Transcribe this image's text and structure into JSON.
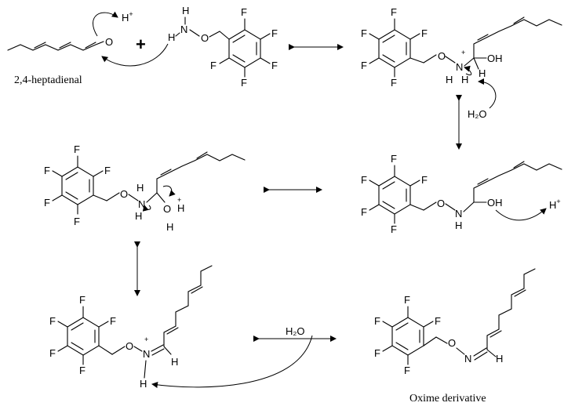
{
  "labels": {
    "heptadienal": "2,4-heptadienal",
    "oxime": "Oxime derivative",
    "plus_sign": "+"
  },
  "atoms": {
    "F": "F",
    "O": "O",
    "N": "N",
    "H": "H",
    "OH": "OH",
    "H2O": "H₂O",
    "H_plus": "H",
    "plus": "+"
  }
}
